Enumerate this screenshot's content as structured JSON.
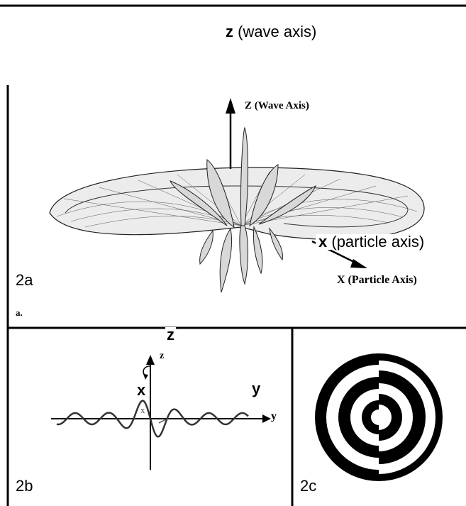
{
  "header": {
    "top_label_bold": "z",
    "top_label_rest": " (wave axis)"
  },
  "panel_2a": {
    "panel_label": "2a",
    "sub_label": "a.",
    "wave_axis_label": "Z (Wave Axis)",
    "particle_axis_label": "X (Particle Axis)",
    "overlay_x_bold": "x",
    "overlay_x_rest": " (particle axis)"
  },
  "panel_2b": {
    "panel_label": "2b",
    "overlay_z": "z",
    "overlay_x": "x",
    "overlay_y": "y",
    "fig_z": "z",
    "fig_x": "x",
    "fig_y": "y"
  },
  "panel_2c": {
    "panel_label": "2c"
  }
}
